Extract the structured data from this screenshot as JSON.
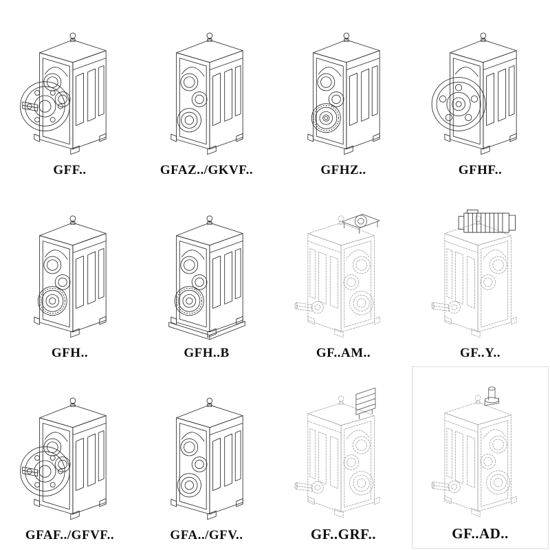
{
  "page": {
    "background": "#ffffff",
    "line_color": "#2b2b2b",
    "phantom_line_color": "#a3a3a3"
  },
  "catalog": {
    "items": [
      {
        "label": "GFF..",
        "drawing": "flange-output-gearbox-icon",
        "style": "solid"
      },
      {
        "label": "GFAZ../GKVF..",
        "drawing": "hollow-shaft-gearbox-icon",
        "style": "solid"
      },
      {
        "label": "GFHZ..",
        "drawing": "hollow-shaft-bearing-gearbox-icon",
        "style": "solid"
      },
      {
        "label": "GFHF..",
        "drawing": "front-flange-gearbox-icon",
        "style": "solid"
      },
      {
        "label": "GFH..",
        "drawing": "shaft-mounted-bearing-gearbox-icon",
        "style": "solid"
      },
      {
        "label": "GFH..B",
        "drawing": "bearing-gearbox-with-base-icon",
        "style": "solid"
      },
      {
        "label": "GF..AM..",
        "drawing": "iec-adapter-gearbox-icon",
        "style": "phantom"
      },
      {
        "label": "GF..Y..",
        "drawing": "motor-mounted-gearbox-icon",
        "style": "phantom"
      },
      {
        "label": "GFAF../GFVF..",
        "drawing": "flange-gearbox-icon",
        "style": "solid"
      },
      {
        "label": "GFA../GFV..",
        "drawing": "hollow-shaft-gearbox-icon",
        "style": "solid"
      },
      {
        "label": "GF..GRF..",
        "drawing": "adapter-flange-gearbox-icon",
        "style": "phantom"
      },
      {
        "label": "GF..AD..",
        "drawing": "input-shaft-gearbox-icon",
        "style": "phantom"
      }
    ]
  }
}
